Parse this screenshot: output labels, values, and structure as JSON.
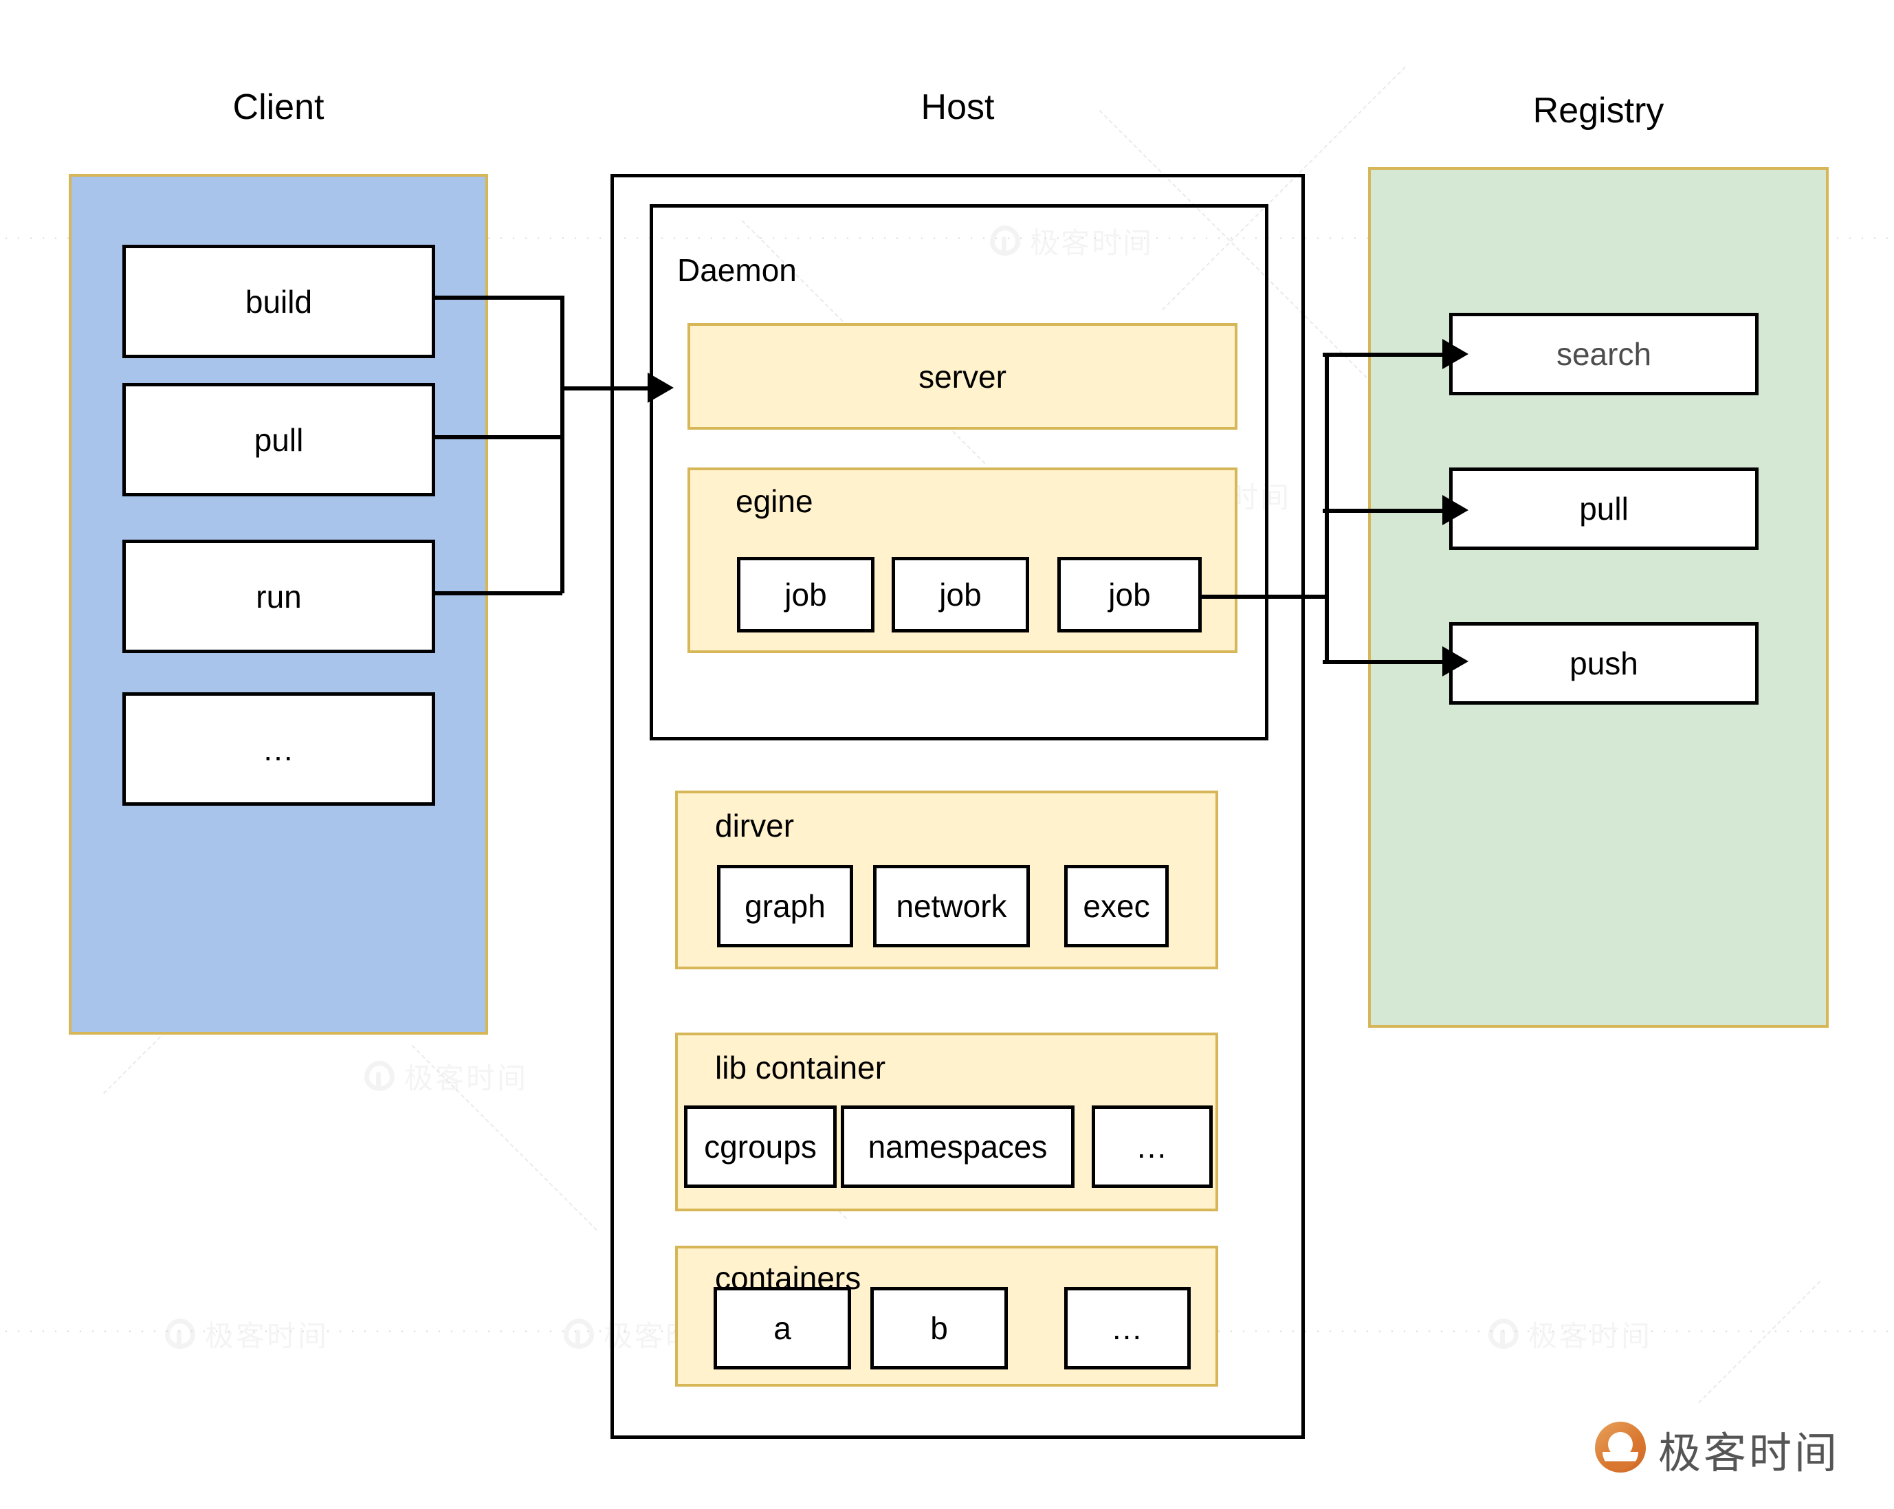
{
  "diagram": {
    "title": "Docker Client / Host / Registry architecture",
    "columns": [
      {
        "key": "client",
        "title": "Client"
      },
      {
        "key": "host",
        "title": "Host"
      },
      {
        "key": "registry",
        "title": "Registry"
      }
    ]
  },
  "colors": {
    "client_panel_fill": "#a9c4eb",
    "registry_panel_fill": "#d5e8d4",
    "panel_border": "#d6b656",
    "group_fill": "#fff2cc",
    "group_border": "#d6b656",
    "box_border": "#000000",
    "box_fill": "#ffffff",
    "connector": "#000000",
    "brand_orange": "#d9762f"
  },
  "client": {
    "title": "Client",
    "commands": [
      {
        "label": "build"
      },
      {
        "label": "pull"
      },
      {
        "label": "run"
      },
      {
        "label": "..."
      }
    ]
  },
  "host": {
    "title": "Host",
    "daemon": {
      "label": "Daemon",
      "server": {
        "label": "server"
      },
      "engine": {
        "label": "egine",
        "jobs": [
          {
            "label": "job"
          },
          {
            "label": "job"
          },
          {
            "label": "job"
          }
        ]
      }
    },
    "groups": [
      {
        "key": "driver",
        "label": "dirver",
        "items": [
          {
            "label": "graph"
          },
          {
            "label": "network"
          },
          {
            "label": "exec"
          }
        ]
      },
      {
        "key": "libcontainer",
        "label": "lib container",
        "items": [
          {
            "label": "cgroups"
          },
          {
            "label": "namespaces"
          },
          {
            "label": "..."
          }
        ]
      },
      {
        "key": "containers",
        "label": "containers",
        "items": [
          {
            "label": "a"
          },
          {
            "label": "b"
          },
          {
            "label": "..."
          }
        ]
      }
    ]
  },
  "registry": {
    "title": "Registry",
    "operations": [
      {
        "label": "search"
      },
      {
        "label": "pull"
      },
      {
        "label": "push"
      }
    ]
  },
  "watermark": {
    "text": "极客时间",
    "icon": "location-pin-icon"
  },
  "brand": {
    "text": "极客时间",
    "icon": "geektime-pin-logo"
  }
}
